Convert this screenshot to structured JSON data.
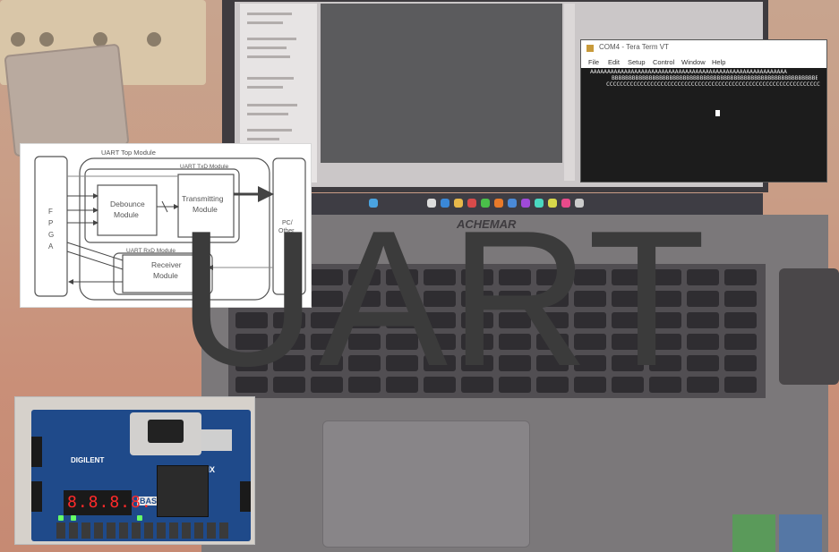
{
  "title": "UART",
  "diagram": {
    "top_module_label": "UART Top Module",
    "fpga_label": [
      "F",
      "P",
      "G",
      "A"
    ],
    "txd_module_label": "UART TxD Module",
    "rxd_module_label": "UART RxD Module",
    "debounce_label_1": "Debounce",
    "debounce_label_2": "Module",
    "transmitting_label_1": "Transmitting",
    "transmitting_label_2": "Module",
    "receiver_label_1": "Receiver",
    "receiver_label_2": "Module",
    "pc_label_1": "PC/",
    "pc_label_2": "Other"
  },
  "terminal": {
    "window_title": "COM4 - Tera Term VT",
    "menu": [
      "File",
      "Edit",
      "Setup",
      "Control",
      "Window",
      "Help"
    ],
    "lines": [
      "AAAAAAAAAAAAAAAAAAAAAAAAAAAAAAAAAAAAAAAAAAAAAAAAAAAAAAAAAAAAAAAAAAAAA",
      "BBBBBBBBBBBBBBBBBBBBBBBBBBBBBBBBBBBBBBBBBBBBBBBBBBBBBBBBBBBBBBBBBBB",
      "CCCCCCCCCCCCCCCCCCCCCCCCCCCCCCCCCCCCCCCCCCCCCCCCCCCCCCCCCCCCCCC"
    ]
  },
  "board": {
    "brand": "DIGILENT",
    "chip_vendor": "XILINX",
    "model": "BASYS 3",
    "display": "8.8.8.8."
  },
  "laptop": {
    "brand": "ACHEMAR"
  },
  "colors": {
    "background": "#c99d86",
    "title": "#3b3b3b",
    "pcb": "#1f4a8a",
    "segment": "#ff2a2a"
  }
}
